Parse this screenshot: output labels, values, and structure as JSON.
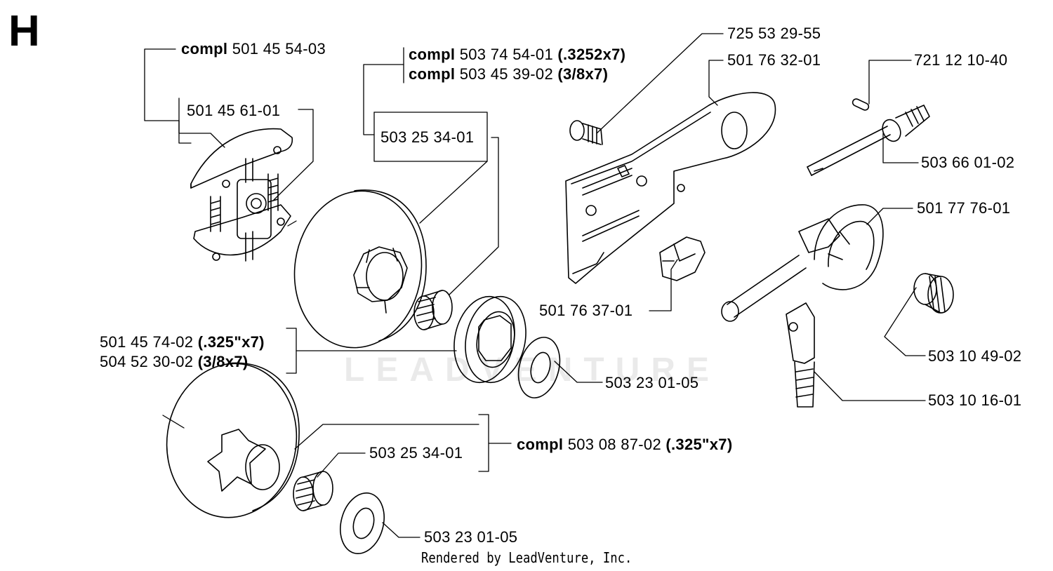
{
  "diagram": {
    "section_letter": "H",
    "watermark": "LEADVENTURE",
    "footer": "Rendered by LeadVenture, Inc.",
    "labels": {
      "clutch_compl": {
        "bold": "compl",
        "text": " 501 45 54-03"
      },
      "clutch_shoe": {
        "text": "501 45 61-01"
      },
      "drum_compl_a": {
        "bold": "compl",
        "text": " 503 74 54-01 ",
        "suffix": "(.3252x7)"
      },
      "drum_compl_b": {
        "bold": "compl",
        "text": " 503 45 39-02 ",
        "suffix": "(3/8x7)"
      },
      "bearing_top": {
        "text": "503 25 34-01"
      },
      "rim_a": {
        "text": "501 45 74-02 ",
        "suffix": "(.325\"x7)"
      },
      "rim_b": {
        "text": "504 52 30-02 ",
        "suffix": "(3/8x7)"
      },
      "washer_top": {
        "text": "503 23 01-05"
      },
      "drum_compl_c": {
        "bold": "compl",
        "text": " 503 08 87-02 ",
        "suffix": "(.325\"x7)"
      },
      "bearing_bottom": {
        "text": "503 25 34-01"
      },
      "washer_bottom": {
        "text": "503 23 01-05"
      },
      "screw": {
        "text": "725 53 29-55"
      },
      "cover_plate": {
        "text": "501 76 32-01"
      },
      "guide_block": {
        "text": "501 76 37-01"
      },
      "pin": {
        "text": "721 12 10-40"
      },
      "oil_shaft": {
        "text": "503 66 01-02"
      },
      "pump_gear": {
        "text": "501 77 76-01"
      },
      "spring": {
        "text": "503 10 49-02"
      },
      "oil_pickup": {
        "text": "503 10 16-01"
      }
    }
  }
}
